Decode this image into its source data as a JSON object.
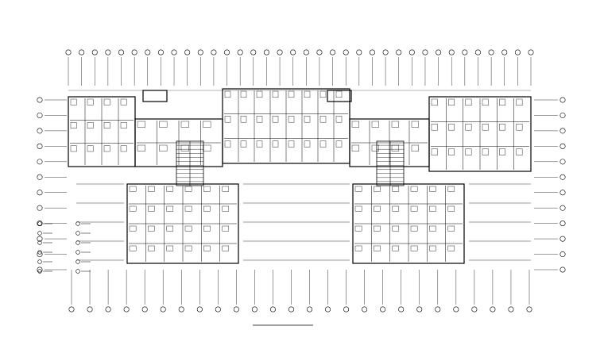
{
  "drawing": {
    "title": "",
    "scale": "",
    "subtitle": "",
    "legend_heading": ""
  },
  "grid": {
    "top_bubble_count": 36,
    "bottom_bubble_count": 26,
    "side_bubble_count": 12
  },
  "colors": {
    "ink": "#000000",
    "paper": "#ffffff"
  }
}
